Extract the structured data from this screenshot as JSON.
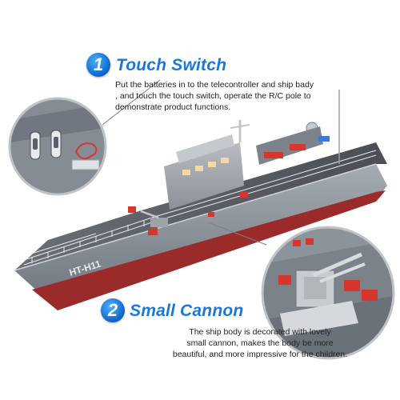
{
  "callouts": [
    {
      "number": "1",
      "title": "Touch Switch",
      "lines": [
        "Put the batteries in to the telecontroller and ship bady",
        ", and touch the touch switch, operate the R/C pole to",
        "demonstrate product functions."
      ]
    },
    {
      "number": "2",
      "title": "Small Cannon",
      "lines": [
        "The ship body is decorated with lovely",
        "small cannon, makes the body be more",
        "beautiful, and more impressive for the children."
      ]
    }
  ],
  "hull_label": "HT-H11",
  "colors": {
    "accent": "#1a78d8",
    "hull_grey": "#8e949c",
    "deck_dark": "#55595f",
    "waterline_red": "#9b2a2a",
    "detail_red": "#d8362d"
  }
}
